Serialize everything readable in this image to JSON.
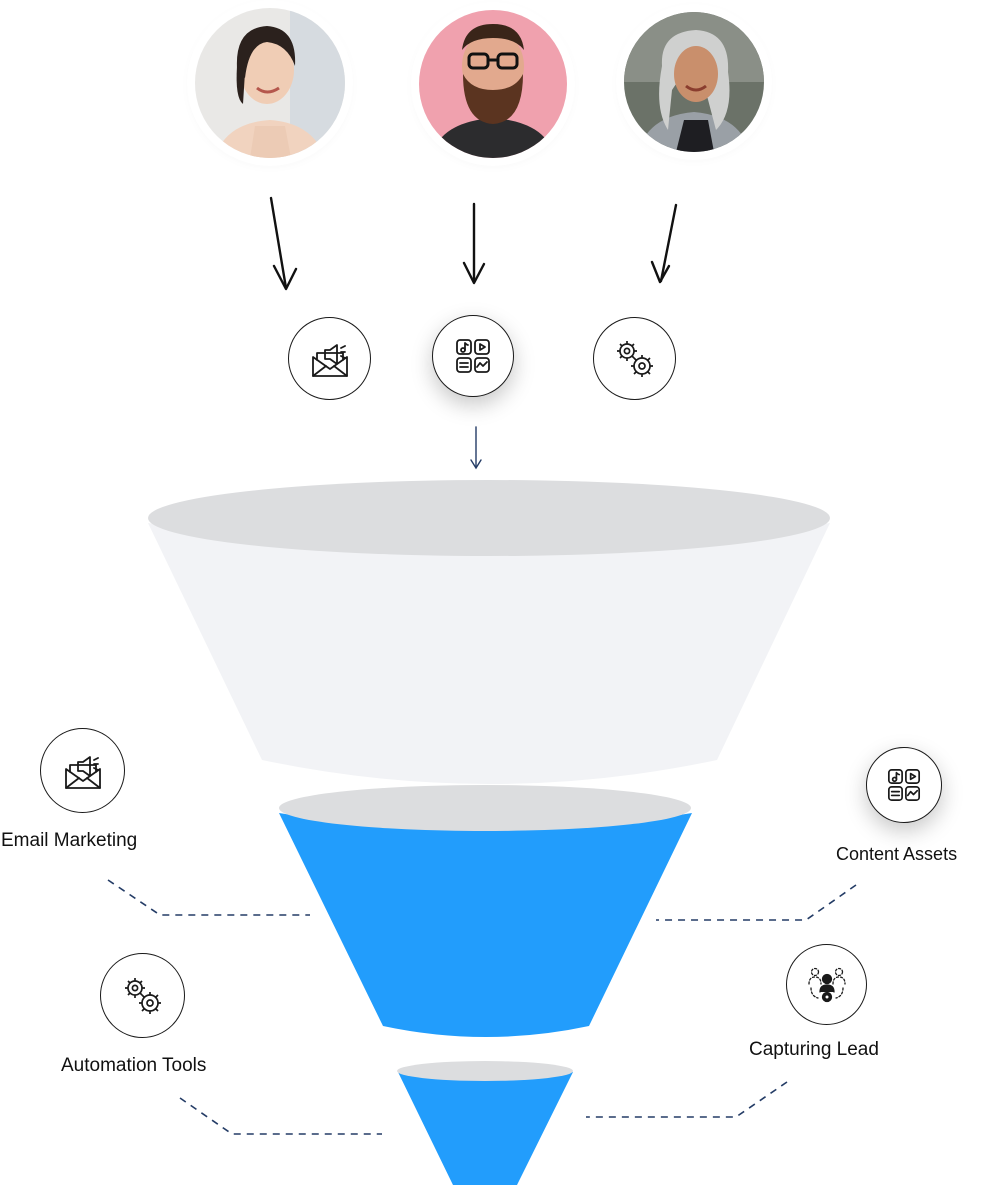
{
  "colors": {
    "funnel_blue": "#229dfc",
    "funnel_top_body": "#f2f3f6",
    "funnel_rim": "#dcdddf",
    "connector": "#243c66",
    "stroke": "#1a1a1a"
  },
  "people": [
    {
      "name": "avatar-woman-smiling",
      "bg": "#e9e8e6"
    },
    {
      "name": "avatar-man-beard-glasses",
      "bg": "#f0a1ae"
    },
    {
      "name": "avatar-woman-gray-hair",
      "bg": "#6b7268"
    }
  ],
  "top_icons": [
    {
      "icon": "email-megaphone-icon"
    },
    {
      "icon": "content-grid-icon"
    },
    {
      "icon": "gears-icon"
    }
  ],
  "channels": {
    "email_marketing": {
      "label": "Email Marketing",
      "icon": "email-megaphone-icon"
    },
    "content_assets": {
      "label": "Content Assets",
      "icon": "content-grid-icon"
    },
    "automation_tools": {
      "label": "Automation Tools",
      "icon": "gears-icon"
    },
    "capturing_lead": {
      "label": "Capturing Lead",
      "icon": "lead-capture-icon"
    }
  }
}
